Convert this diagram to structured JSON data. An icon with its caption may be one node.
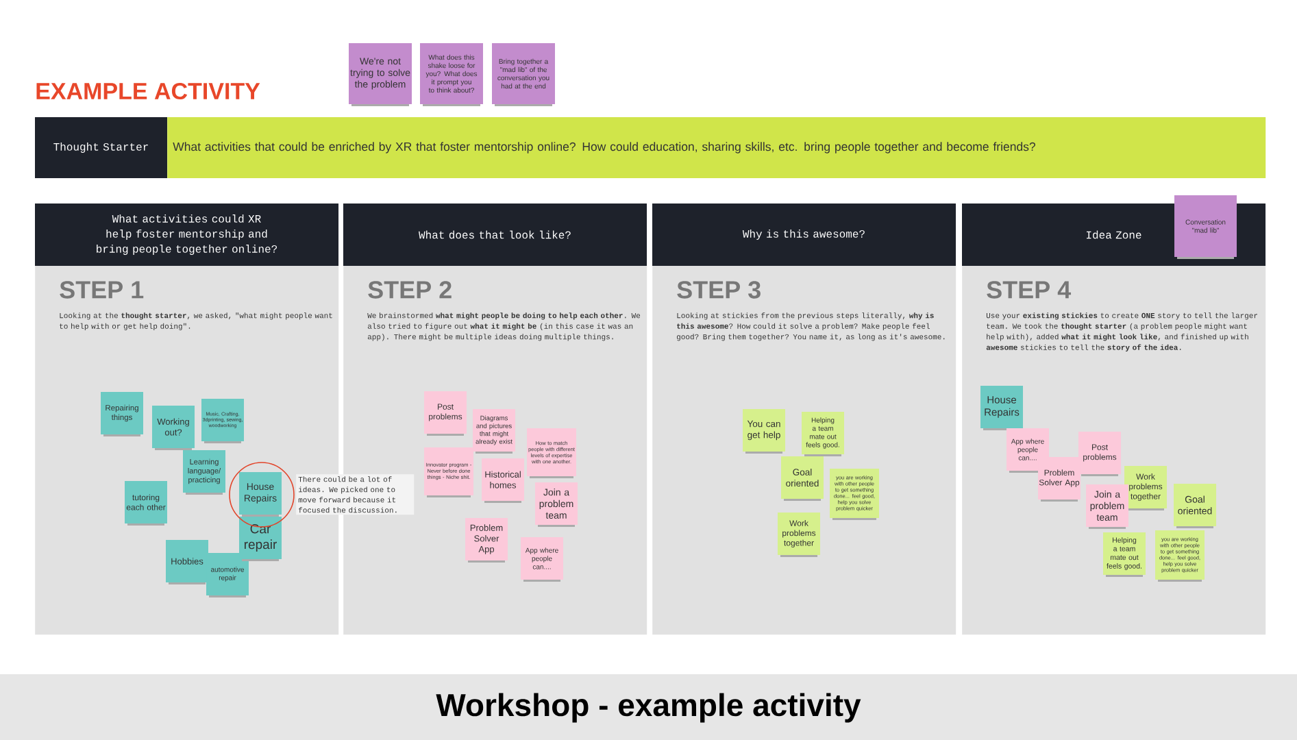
{
  "diagram": {
    "title": "EXAMPLE ACTIVITY",
    "caption": "Workshop - example activity",
    "nodes": [
      {
        "text": [
          "We're not trying to solve the problem"
        ]
      },
      {
        "text": [
          "What does this shake loose for you? What does it prompt you to think about?"
        ]
      },
      {
        "text": [
          "Bring together a \"mad lib\" of the conversation you had at the end"
        ]
      },
      {
        "text": [
          "Thought Starter"
        ]
      },
      {
        "text": [
          "What activities that could be enriched by XR that foster mentorship online? How could education, sharing skills, etc. bring people together and become friends?"
        ]
      },
      {
        "text": [
          "What activities could XR help foster mentorship and bring people together online?",
          "STEP 1",
          "Looking at the **thought starter**, we asked, \"what might people want to help with or get help doing\"."
        ]
      },
      {
        "text": [
          "What does that look like?",
          "STEP 2",
          "We brainstormed **what might people be doing to help each other**. We also tried to figure out **what it might be** (in this case it was an app). There might be multiple ideas doing multiple things."
        ]
      },
      {
        "text": [
          "Why is this awesome?",
          "STEP 3",
          "Looking at stickies from the previous steps literally, **why is this awesome**? How could it solve a problem? Make people feel good? Bring them together? You name it, as long as it's awesome."
        ]
      },
      {
        "text": [
          "Idea Zone",
          "STEP 4",
          "Use your **existing stickies** to create **ONE** story to tell the larger team. We took the **thought starter** (a problem people might want help with), added **what it might look like**, and finished up with **awesome** stickies to tell the **story of the idea**."
        ]
      },
      {
        "text": [
          "Conversation \"mad lib\""
        ]
      },
      {
        "text": [
          "Repairing things"
        ],
        "in": 5
      },
      {
        "text": [
          "Working out?"
        ],
        "in": 5
      },
      {
        "text": [
          "Music, Crafting, 3dprinting, sewing, woodworking"
        ],
        "in": 5
      },
      {
        "text": [
          "Learning language/ practicing"
        ],
        "in": 5
      },
      {
        "text": [
          "tutoring each other"
        ],
        "in": 5
      },
      {
        "text": [
          "House Repairs"
        ],
        "in": 5
      },
      {
        "text": [
          "Car repair"
        ],
        "in": 5
      },
      {
        "text": [
          "Hobbies"
        ],
        "in": 5
      },
      {
        "text": [
          "automotive repair"
        ],
        "in": 5
      },
      {
        "text": [
          "There could be a lot of ideas. We picked one to move forward because it focused the discussion."
        ]
      },
      {
        "text": [
          "Post problems"
        ],
        "in": 6
      },
      {
        "text": [
          "Diagrams and pictures that might already exist"
        ],
        "in": 6
      },
      {
        "text": [
          "How to match people with different levels of expertise with one another."
        ],
        "in": 6
      },
      {
        "text": [
          "Innovator program - Never before done things - Niche shit."
        ],
        "in": 6
      },
      {
        "text": [
          "Historical homes"
        ],
        "in": 6
      },
      {
        "text": [
          "Join a problem team"
        ],
        "in": 6
      },
      {
        "text": [
          "Problem Solver App"
        ],
        "in": 6
      },
      {
        "text": [
          "App where people can...."
        ],
        "in": 6
      },
      {
        "text": [
          "You can get help"
        ],
        "in": 7
      },
      {
        "text": [
          "Helping a team mate out feels good."
        ],
        "in": 7
      },
      {
        "text": [
          "Goal oriented"
        ],
        "in": 7
      },
      {
        "text": [
          "you are working with other people to get something done... feel good, help you solve problem quicker"
        ],
        "in": 7
      },
      {
        "text": [
          "Work problems together"
        ],
        "in": 7
      },
      {
        "text": [
          "House Repairs"
        ],
        "in": 8
      },
      {
        "text": [
          "App where people can...."
        ],
        "in": 8
      },
      {
        "text": [
          "Post problems"
        ],
        "in": 8
      },
      {
        "text": [
          "Problem Solver App"
        ],
        "in": 8
      },
      {
        "text": [
          "Join a problem team"
        ],
        "in": 8
      },
      {
        "text": [
          "Work problems together"
        ],
        "in": 8
      },
      {
        "text": [
          "Goal oriented"
        ],
        "in": 8
      },
      {
        "text": [
          "Helping a team mate out feels good."
        ],
        "in": 8
      },
      {
        "text": [
          "you are working with other people to get something done... feel good, help you solve problem quicker"
        ],
        "in": 8
      }
    ]
  }
}
